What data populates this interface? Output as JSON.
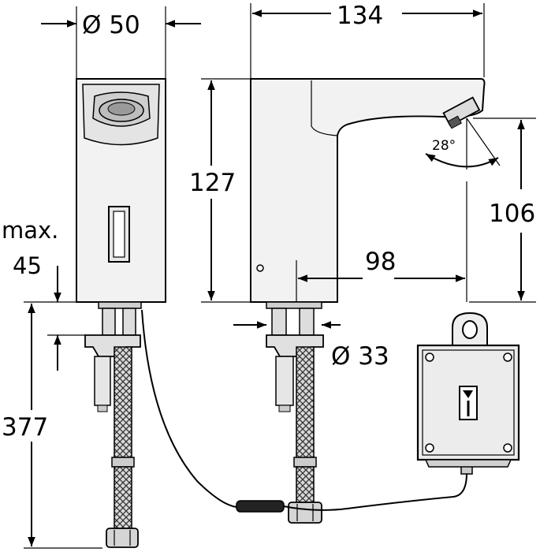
{
  "dimensions": {
    "front_diameter": "Ø 50",
    "side_length": "134",
    "height": "127",
    "spout_height": "106",
    "reach": "98",
    "angle": "28°",
    "max_label": "max.",
    "max_value": "45",
    "shank_diameter": "Ø 33",
    "hose_length": "377"
  }
}
